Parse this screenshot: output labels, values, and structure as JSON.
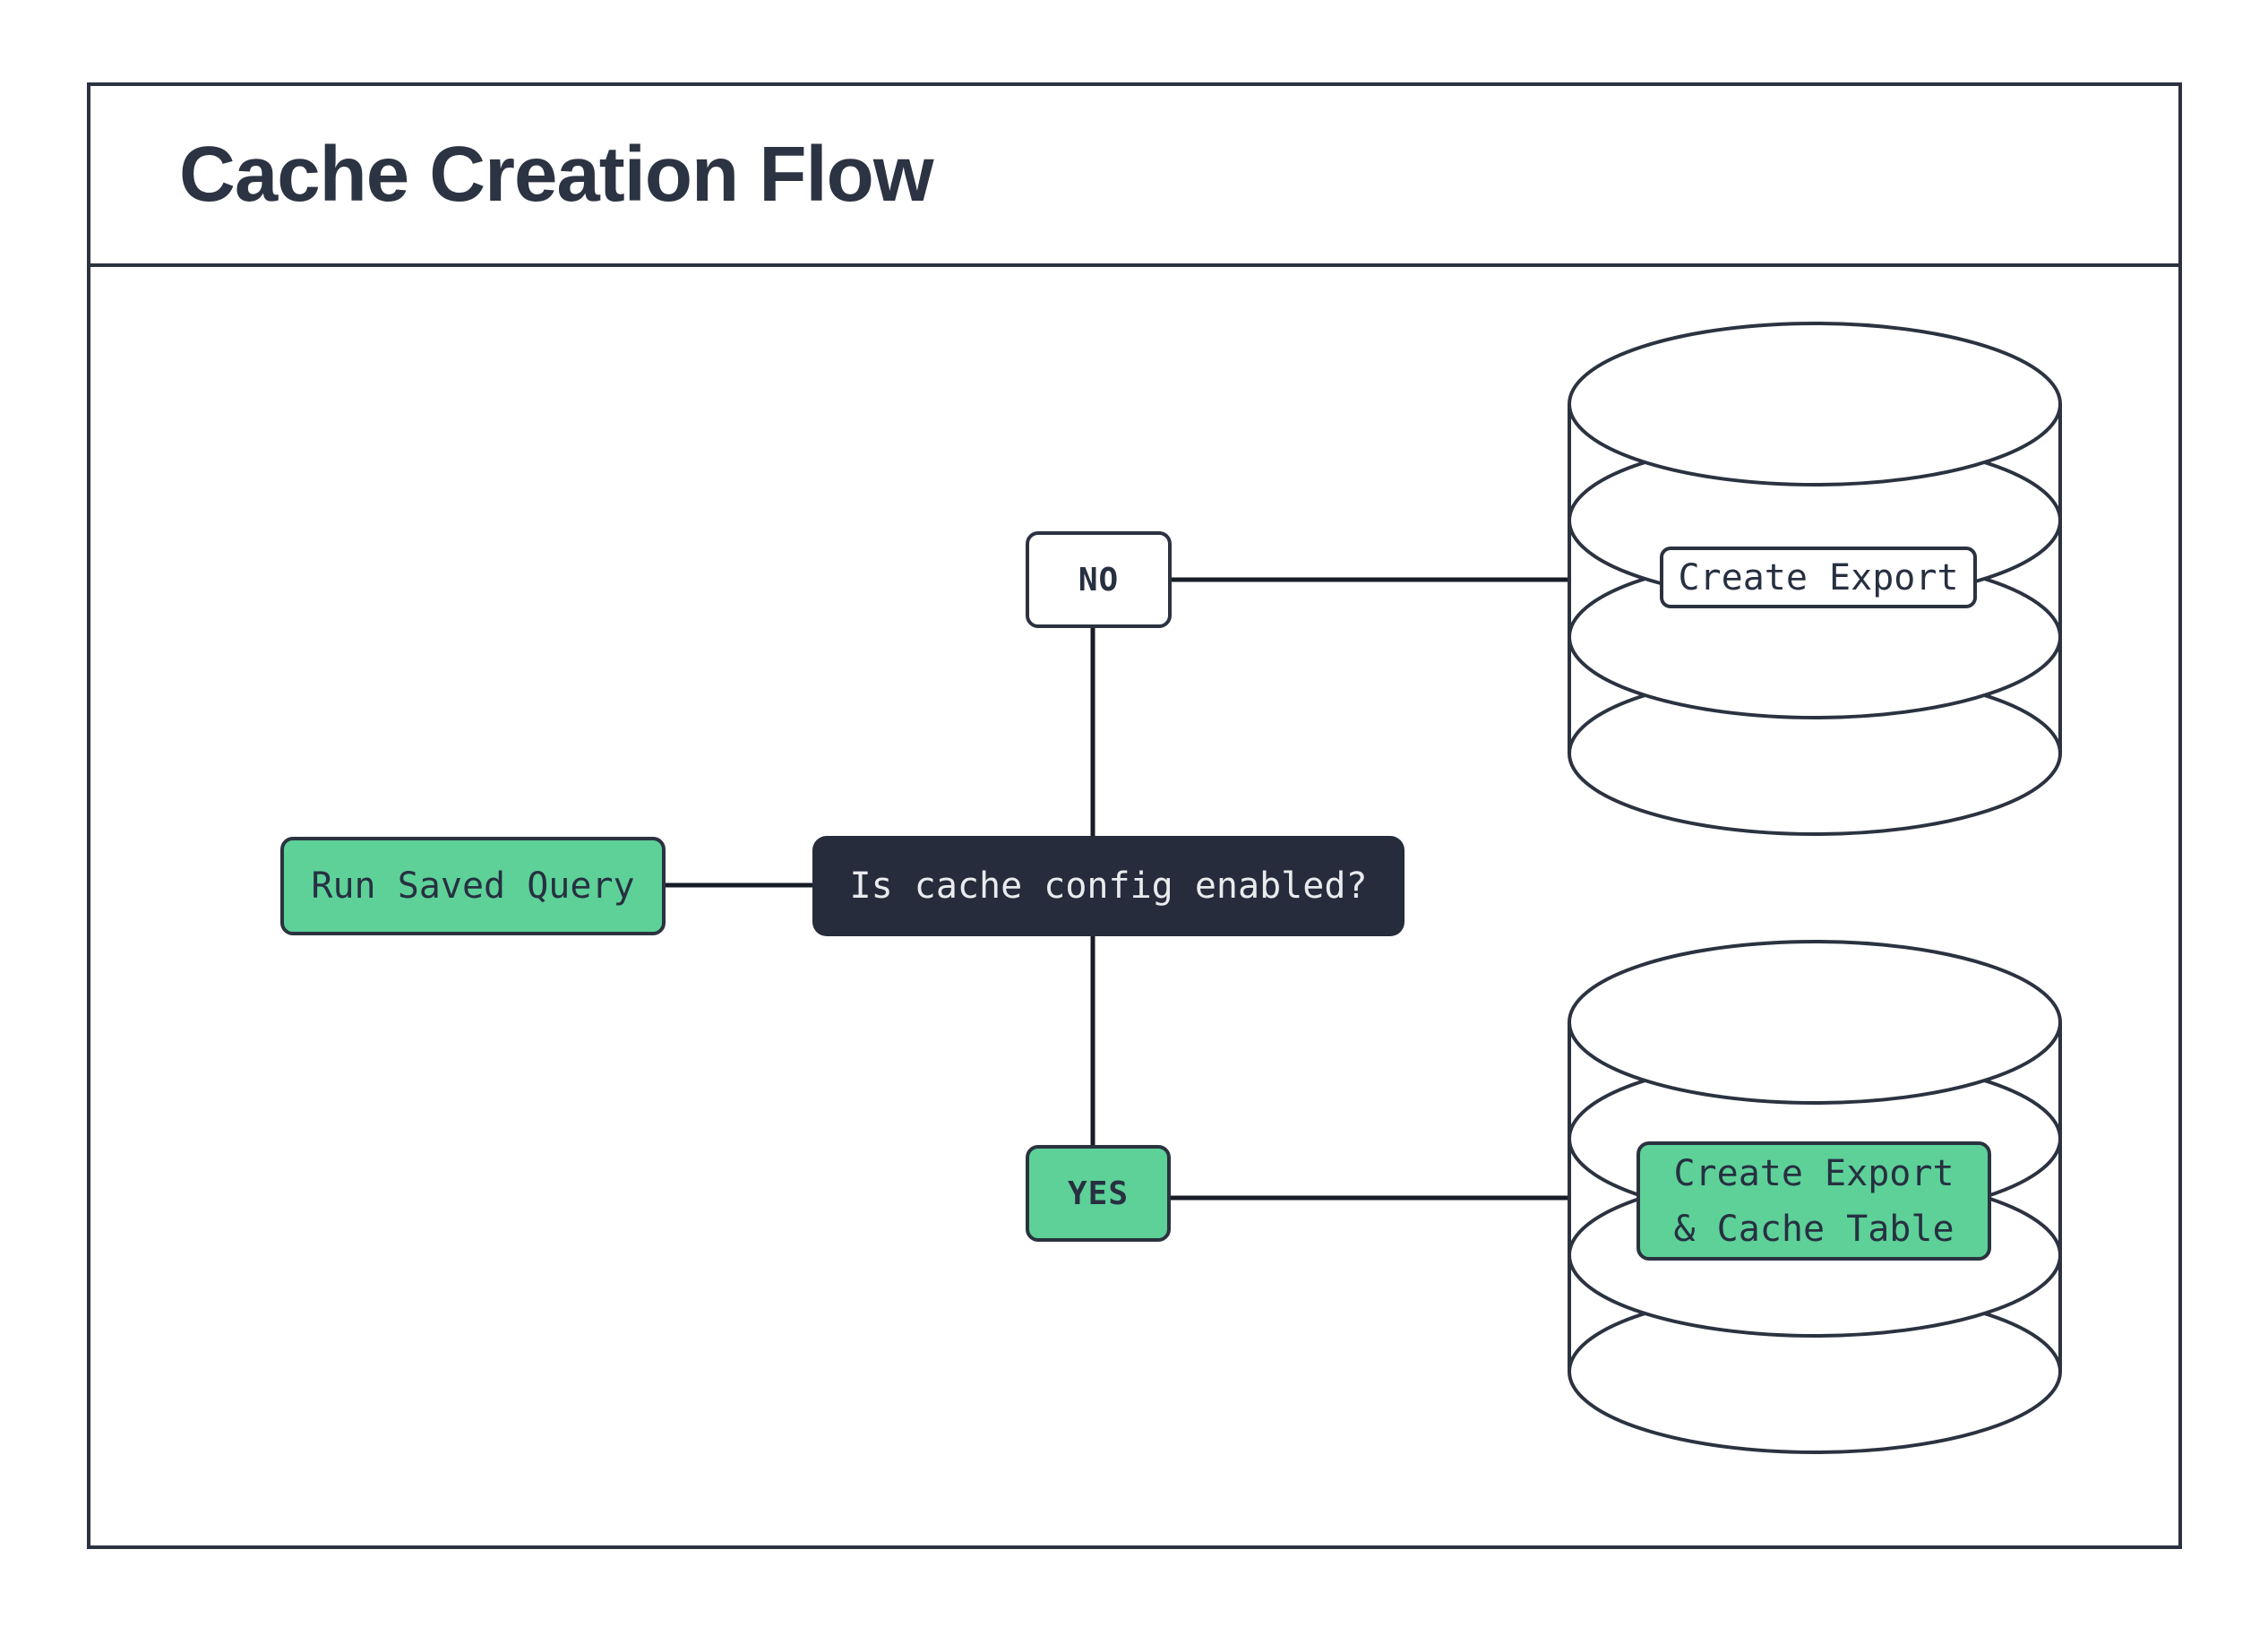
{
  "title": "Cache Creation Flow",
  "colors": {
    "ink": "#2b3240",
    "title_text": "#2c3342",
    "accent_green": "#5dd198",
    "decision_fill": "#262c3b",
    "decision_text": "#e9ebee",
    "connector": "#171c27",
    "background": "#ffffff"
  },
  "flow": {
    "start": {
      "label": "Run Saved Query"
    },
    "decision": {
      "label": "Is cache config enabled?"
    },
    "no_branch": {
      "label": "NO",
      "outcome_label": "Create Export",
      "icon": "database-icon"
    },
    "yes_branch": {
      "label": "YES",
      "outcome_label_line1": "Create Export",
      "outcome_label_line2": "& Cache Table",
      "icon": "database-icon"
    }
  }
}
